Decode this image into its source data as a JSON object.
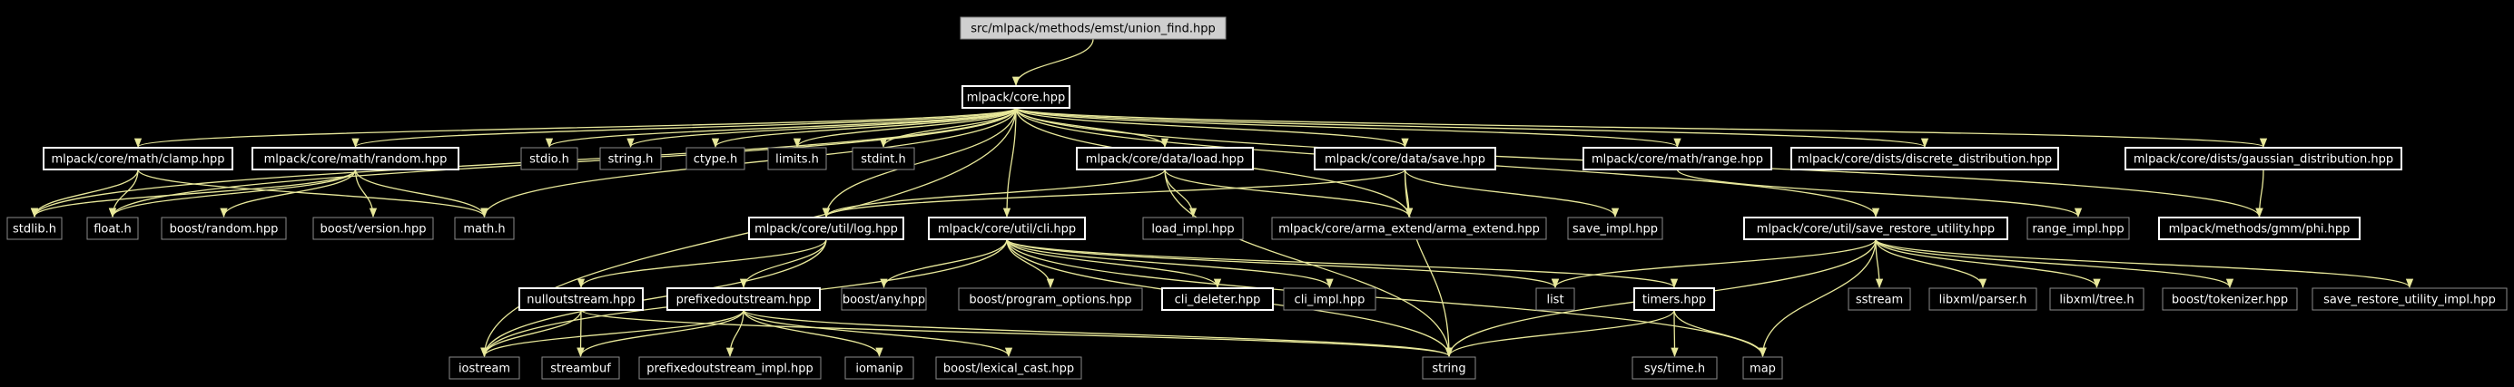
{
  "diagram": {
    "nodes": [
      {
        "id": "root",
        "label": "src/mlpack/methods/emst/union_find.hpp",
        "kind": "root"
      },
      {
        "id": "core",
        "label": "mlpack/core.hpp",
        "kind": "doc"
      },
      {
        "id": "clamp",
        "label": "mlpack/core/math/clamp.hpp",
        "kind": "doc"
      },
      {
        "id": "random",
        "label": "mlpack/core/math/random.hpp",
        "kind": "doc"
      },
      {
        "id": "stdio",
        "label": "stdio.h",
        "kind": "ext"
      },
      {
        "id": "stringh",
        "label": "string.h",
        "kind": "ext"
      },
      {
        "id": "ctype",
        "label": "ctype.h",
        "kind": "ext"
      },
      {
        "id": "limits",
        "label": "limits.h",
        "kind": "ext"
      },
      {
        "id": "stdint",
        "label": "stdint.h",
        "kind": "ext"
      },
      {
        "id": "load",
        "label": "mlpack/core/data/load.hpp",
        "kind": "doc"
      },
      {
        "id": "save",
        "label": "mlpack/core/data/save.hpp",
        "kind": "doc"
      },
      {
        "id": "range",
        "label": "mlpack/core/math/range.hpp",
        "kind": "doc"
      },
      {
        "id": "discrete",
        "label": "mlpack/core/dists/discrete_distribution.hpp",
        "kind": "doc"
      },
      {
        "id": "gaussian",
        "label": "mlpack/core/dists/gaussian_distribution.hpp",
        "kind": "doc"
      },
      {
        "id": "stdlib",
        "label": "stdlib.h",
        "kind": "ext"
      },
      {
        "id": "float",
        "label": "float.h",
        "kind": "ext"
      },
      {
        "id": "boostrandom",
        "label": "boost/random.hpp",
        "kind": "ext"
      },
      {
        "id": "boostversion",
        "label": "boost/version.hpp",
        "kind": "ext"
      },
      {
        "id": "math",
        "label": "math.h",
        "kind": "ext"
      },
      {
        "id": "log",
        "label": "mlpack/core/util/log.hpp",
        "kind": "doc"
      },
      {
        "id": "cli",
        "label": "mlpack/core/util/cli.hpp",
        "kind": "doc"
      },
      {
        "id": "loadimpl",
        "label": "load_impl.hpp",
        "kind": "ext"
      },
      {
        "id": "armaext",
        "label": "mlpack/core/arma_extend/arma_extend.hpp",
        "kind": "ext"
      },
      {
        "id": "saveimpl",
        "label": "save_impl.hpp",
        "kind": "ext"
      },
      {
        "id": "saverestore",
        "label": "mlpack/core/util/save_restore_utility.hpp",
        "kind": "doc"
      },
      {
        "id": "rangeimpl",
        "label": "range_impl.hpp",
        "kind": "ext"
      },
      {
        "id": "phi",
        "label": "mlpack/methods/gmm/phi.hpp",
        "kind": "doc"
      },
      {
        "id": "nullout",
        "label": "nulloutstream.hpp",
        "kind": "doc"
      },
      {
        "id": "prefixed",
        "label": "prefixedoutstream.hpp",
        "kind": "doc"
      },
      {
        "id": "boostany",
        "label": "boost/any.hpp",
        "kind": "ext"
      },
      {
        "id": "progopts",
        "label": "boost/program_options.hpp",
        "kind": "ext"
      },
      {
        "id": "clideleter",
        "label": "cli_deleter.hpp",
        "kind": "doc"
      },
      {
        "id": "cliimpl",
        "label": "cli_impl.hpp",
        "kind": "ext"
      },
      {
        "id": "list",
        "label": "list",
        "kind": "ext"
      },
      {
        "id": "timers",
        "label": "timers.hpp",
        "kind": "doc"
      },
      {
        "id": "sstream",
        "label": "sstream",
        "kind": "ext"
      },
      {
        "id": "libxmlparser",
        "label": "libxml/parser.h",
        "kind": "ext"
      },
      {
        "id": "libxmltree",
        "label": "libxml/tree.h",
        "kind": "ext"
      },
      {
        "id": "boosttok",
        "label": "boost/tokenizer.hpp",
        "kind": "ext"
      },
      {
        "id": "srimpl",
        "label": "save_restore_utility_impl.hpp",
        "kind": "ext"
      },
      {
        "id": "iostream",
        "label": "iostream",
        "kind": "ext"
      },
      {
        "id": "streambuf",
        "label": "streambuf",
        "kind": "ext"
      },
      {
        "id": "prefimpl",
        "label": "prefixedoutstream_impl.hpp",
        "kind": "ext"
      },
      {
        "id": "iomanip",
        "label": "iomanip",
        "kind": "ext"
      },
      {
        "id": "lexcast",
        "label": "boost/lexical_cast.hpp",
        "kind": "ext"
      },
      {
        "id": "string",
        "label": "string",
        "kind": "ext"
      },
      {
        "id": "systime",
        "label": "sys/time.h",
        "kind": "ext"
      },
      {
        "id": "map",
        "label": "map",
        "kind": "ext"
      }
    ],
    "edges": [
      [
        "root",
        "core"
      ],
      [
        "core",
        "clamp"
      ],
      [
        "core",
        "random"
      ],
      [
        "core",
        "stdio"
      ],
      [
        "core",
        "stringh"
      ],
      [
        "core",
        "ctype"
      ],
      [
        "core",
        "limits"
      ],
      [
        "core",
        "stdint"
      ],
      [
        "core",
        "load"
      ],
      [
        "core",
        "save"
      ],
      [
        "core",
        "range"
      ],
      [
        "core",
        "discrete"
      ],
      [
        "core",
        "gaussian"
      ],
      [
        "core",
        "stdlib"
      ],
      [
        "core",
        "float"
      ],
      [
        "core",
        "math"
      ],
      [
        "core",
        "log"
      ],
      [
        "core",
        "cli"
      ],
      [
        "core",
        "armaext"
      ],
      [
        "core",
        "saverestore"
      ],
      [
        "core",
        "iostream"
      ],
      [
        "core",
        "phi"
      ],
      [
        "clamp",
        "stdlib"
      ],
      [
        "clamp",
        "float"
      ],
      [
        "clamp",
        "math"
      ],
      [
        "random",
        "stdlib"
      ],
      [
        "random",
        "float"
      ],
      [
        "random",
        "boostrandom"
      ],
      [
        "random",
        "boostversion"
      ],
      [
        "random",
        "math"
      ],
      [
        "load",
        "log"
      ],
      [
        "load",
        "loadimpl"
      ],
      [
        "load",
        "armaext"
      ],
      [
        "load",
        "string"
      ],
      [
        "save",
        "log"
      ],
      [
        "save",
        "armaext"
      ],
      [
        "save",
        "saveimpl"
      ],
      [
        "save",
        "string"
      ],
      [
        "range",
        "rangeimpl"
      ],
      [
        "gaussian",
        "phi"
      ],
      [
        "log",
        "nullout"
      ],
      [
        "log",
        "prefixed"
      ],
      [
        "log",
        "iostream"
      ],
      [
        "cli",
        "boostany"
      ],
      [
        "cli",
        "progopts"
      ],
      [
        "cli",
        "clideleter"
      ],
      [
        "cli",
        "cliimpl"
      ],
      [
        "cli",
        "list"
      ],
      [
        "cli",
        "timers"
      ],
      [
        "cli",
        "iostream"
      ],
      [
        "cli",
        "string"
      ],
      [
        "cli",
        "map"
      ],
      [
        "nullout",
        "iostream"
      ],
      [
        "nullout",
        "streambuf"
      ],
      [
        "nullout",
        "string"
      ],
      [
        "prefixed",
        "iostream"
      ],
      [
        "prefixed",
        "streambuf"
      ],
      [
        "prefixed",
        "prefimpl"
      ],
      [
        "prefixed",
        "iomanip"
      ],
      [
        "prefixed",
        "lexcast"
      ],
      [
        "prefixed",
        "string"
      ],
      [
        "saverestore",
        "list"
      ],
      [
        "saverestore",
        "sstream"
      ],
      [
        "saverestore",
        "libxmlparser"
      ],
      [
        "saverestore",
        "libxmltree"
      ],
      [
        "saverestore",
        "boosttok"
      ],
      [
        "saverestore",
        "srimpl"
      ],
      [
        "saverestore",
        "string"
      ],
      [
        "saverestore",
        "map"
      ],
      [
        "timers",
        "string"
      ],
      [
        "timers",
        "systime"
      ],
      [
        "timers",
        "map"
      ]
    ]
  }
}
